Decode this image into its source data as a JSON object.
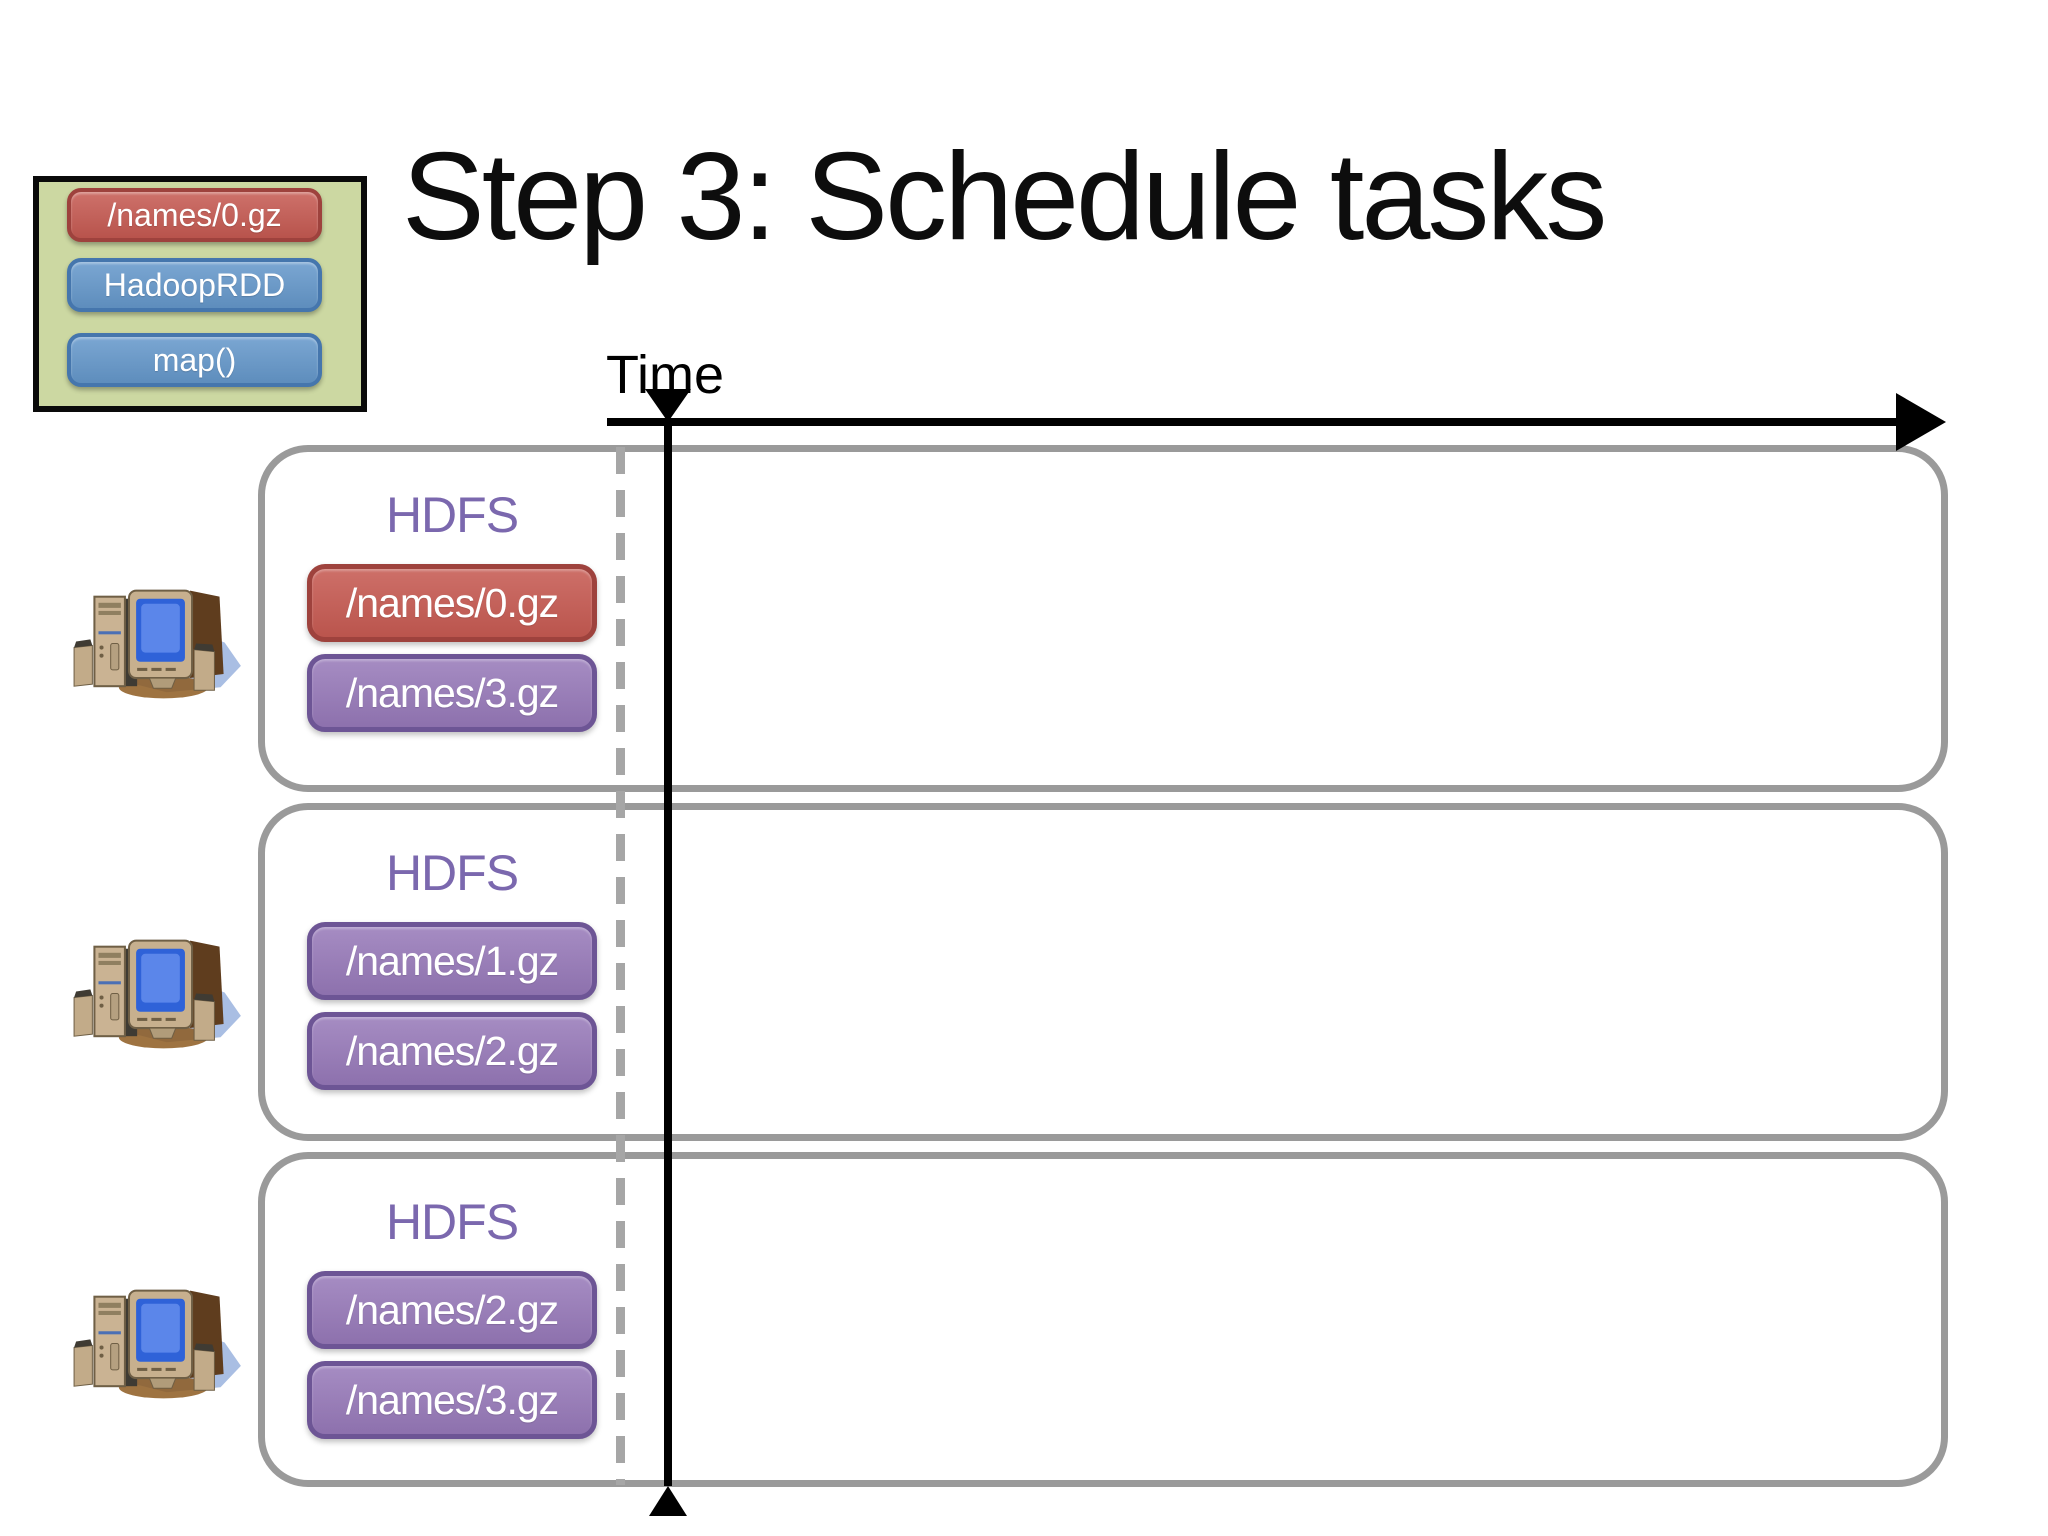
{
  "slide": {
    "title": "Step 3: Schedule tasks"
  },
  "time_axis": {
    "label": "Time"
  },
  "legend": {
    "items": [
      {
        "label": "/names/0.gz",
        "color": "red"
      },
      {
        "label": "HadoopRDD",
        "color": "blue"
      },
      {
        "label": "map()",
        "color": "blue"
      }
    ]
  },
  "workers": [
    {
      "storage_label": "HDFS",
      "files": [
        {
          "label": "/names/0.gz",
          "color": "red"
        },
        {
          "label": "/names/3.gz",
          "color": "purple"
        }
      ]
    },
    {
      "storage_label": "HDFS",
      "files": [
        {
          "label": "/names/1.gz",
          "color": "purple"
        },
        {
          "label": "/names/2.gz",
          "color": "purple"
        }
      ]
    },
    {
      "storage_label": "HDFS",
      "files": [
        {
          "label": "/names/2.gz",
          "color": "purple"
        },
        {
          "label": "/names/3.gz",
          "color": "purple"
        }
      ]
    }
  ],
  "icons": {
    "computer": "computer-icon"
  },
  "colors": {
    "slide_bg": "#ffffff",
    "legend_bg": "#ccd8a2",
    "legend_border": "#0a0a0a",
    "red_chip": "#c65a52",
    "red_chip_border": "#9e423d",
    "blue_chip": "#6598cb",
    "blue_chip_border": "#4576ad",
    "purple_chip": "#9678b8",
    "purple_chip_border": "#6d5595",
    "hdfs_text": "#7b68ae",
    "box_border": "#9a9a9a",
    "dashed_line": "#a6a6a6",
    "axis": "#000000",
    "chip_text": "#ffffff"
  }
}
